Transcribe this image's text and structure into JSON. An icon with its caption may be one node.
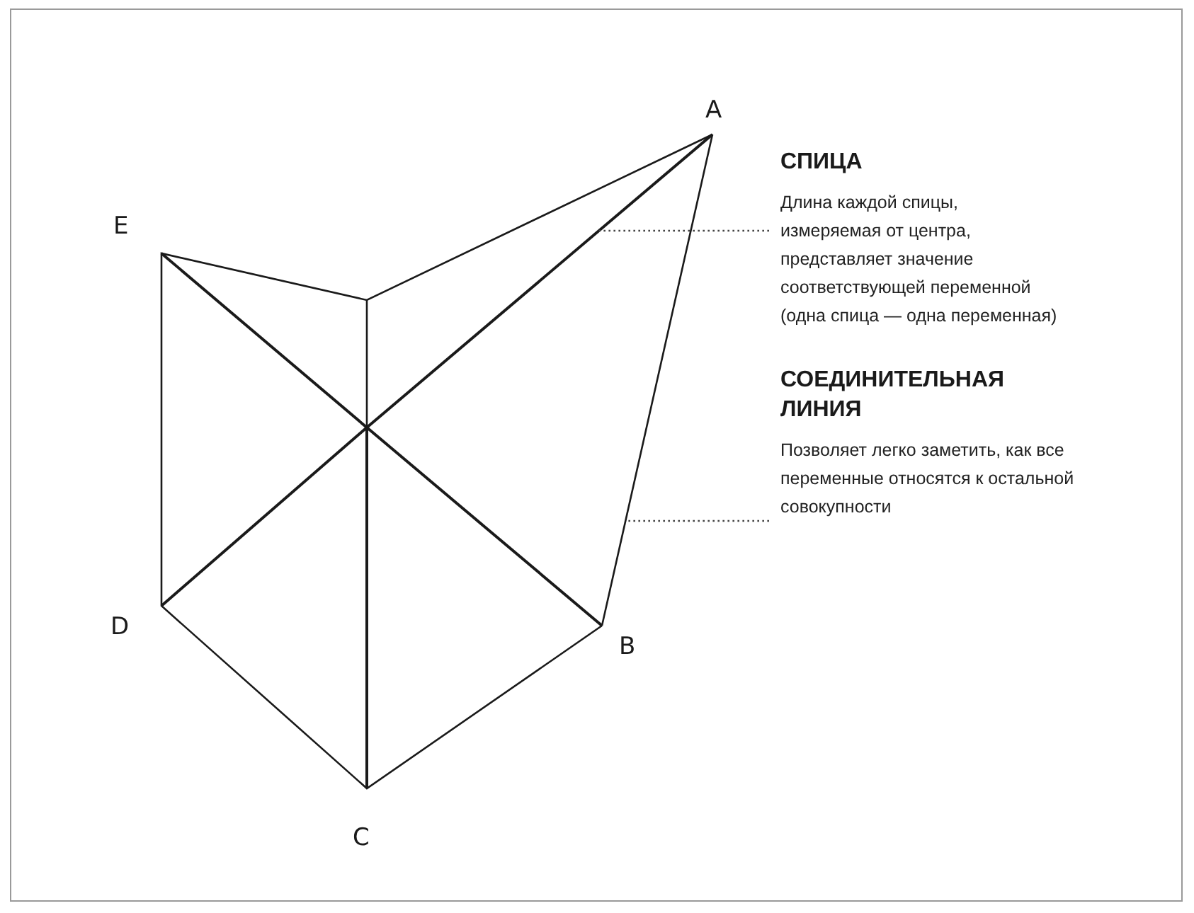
{
  "diagram": {
    "nodes": [
      {
        "text": [
          "СПИЦА",
          "Длина каждой спицы, измеряемая от центра, представляет значение соответствующей переменной (одна спица — одна переменная)"
        ]
      },
      {
        "text": [],
        "shape": "line"
      },
      {
        "text": [
          "СОЕДИНИТЕЛЬНАЯ ЛИНИЯ",
          "Позволяет легко заметить, как все переменные относятся к остальной совокупности"
        ]
      },
      {
        "text": [],
        "shape": "line"
      }
    ],
    "edges": [
      {
        "from": 0,
        "to": 1,
        "arrow": "none"
      },
      {
        "from": 2,
        "to": 3,
        "arrow": "none"
      }
    ],
    "labels": [
      "A",
      "E",
      "D",
      "B",
      "C"
    ]
  }
}
